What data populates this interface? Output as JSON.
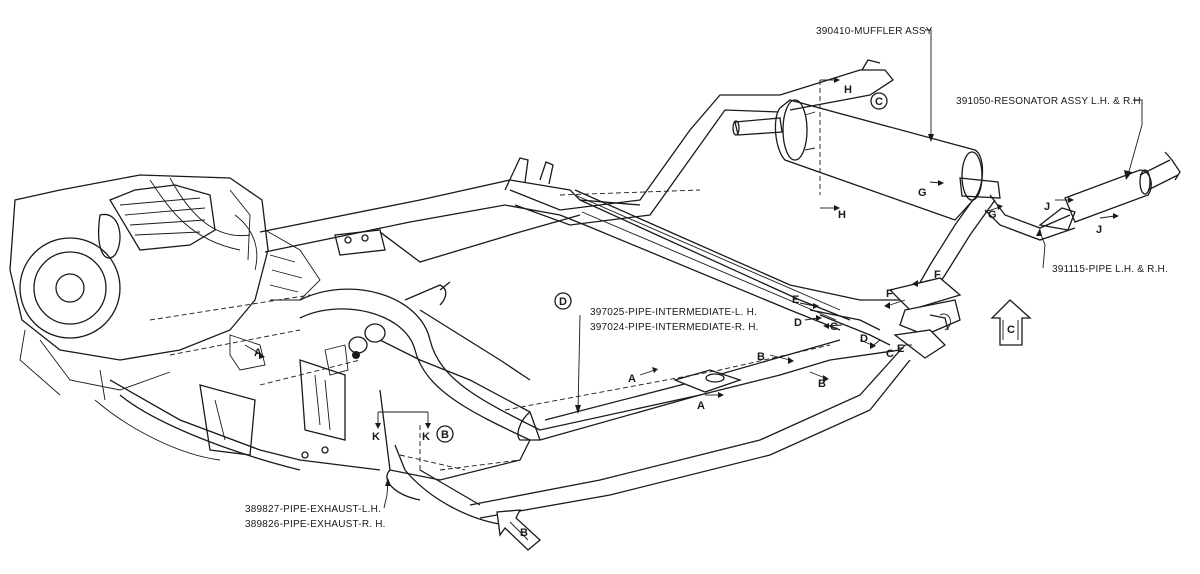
{
  "parts": {
    "muffler": "390410-MUFFLER ASSY",
    "resonator": "391050-RESONATOR ASSY L.H. & R.H.",
    "pipe_lh_rh": "391115-PIPE L.H. & R.H.",
    "intermediate_lh": "397025-PIPE-INTERMEDIATE-L. H.",
    "intermediate_rh": "397024-PIPE-INTERMEDIATE-R. H.",
    "exhaust_lh": "389827-PIPE-EXHAUST-L.H.",
    "exhaust_rh": "389826-PIPE-EXHAUST-R. H."
  },
  "views": {
    "view_b": "B",
    "view_c": "C",
    "view_d": "D"
  },
  "section_letters": {
    "a": "A",
    "b": "B",
    "c": "C",
    "d": "D",
    "e": "E",
    "f": "F",
    "g": "G",
    "h": "H",
    "j": "J",
    "k": "K"
  }
}
